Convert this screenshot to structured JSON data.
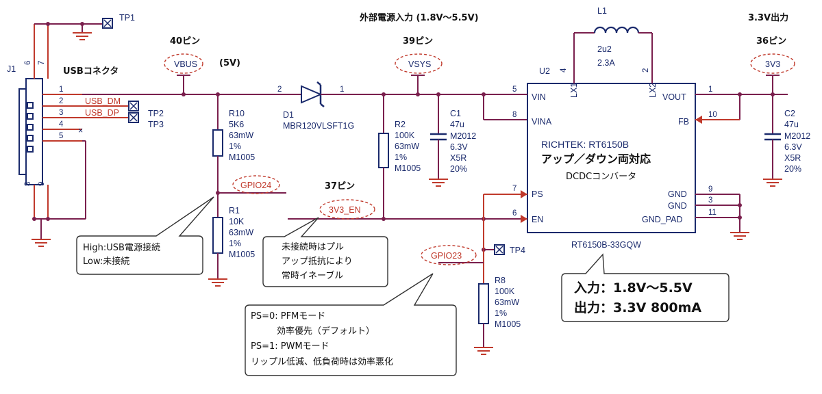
{
  "headers": {
    "vin_title": "外部電源入力 (1.8V～5.5V)",
    "vout_title": "3.3V出力",
    "pin40": "40ピン",
    "pin39": "39ピン",
    "pin36": "36ピン",
    "pin37": "37ピン",
    "usb_title": "USBコネクタ",
    "v5": "(5V)"
  },
  "nets": {
    "vbus": "VBUS",
    "vsys": "VSYS",
    "v3v3": "3V3",
    "v3v3_en": "3V3_EN",
    "gpio24": "GPIO24",
    "gpio23": "GPIO23",
    "usb_dm": "USB_DM",
    "usb_dp": "USB_DP"
  },
  "testpoints": {
    "tp1": "TP1",
    "tp2": "TP2",
    "tp3": "TP3",
    "tp4": "TP4"
  },
  "connector": {
    "ref": "J1",
    "pins": [
      "1",
      "2",
      "3",
      "4",
      "5",
      "6",
      "7",
      "8",
      "9"
    ]
  },
  "inductor": {
    "ref": "L1",
    "value": "2u2",
    "current": "2.3A",
    "pin_a": "4",
    "pin_b": "2"
  },
  "diode": {
    "ref": "D1",
    "part": "MBR120VLSFT1G",
    "pin_a": "2",
    "pin_k": "1"
  },
  "resistors": {
    "r10": [
      "R10",
      "5K6",
      "63mW",
      "1%",
      "M1005"
    ],
    "r1": [
      "R1",
      "10K",
      "63mW",
      "1%",
      "M1005"
    ],
    "r2": [
      "R2",
      "100K",
      "63mW",
      "1%",
      "M1005"
    ],
    "r8": [
      "R8",
      "100K",
      "63mW",
      "1%",
      "M1005"
    ]
  },
  "capacitors": {
    "c1": [
      "C1",
      "47u",
      "M2012",
      "6.3V",
      "X5R",
      "20%"
    ],
    "c2": [
      "C2",
      "47u",
      "M2012",
      "6.3V",
      "X5R",
      "20%"
    ]
  },
  "ic": {
    "ref": "U2",
    "vendor": "RICHTEK: RT6150B",
    "feature": "アップ／ダウン両対応",
    "type": "DCDCコンバータ",
    "part": "RT6150B-33GQW",
    "pins": {
      "vin": "VIN",
      "vina": "VINA",
      "ps": "PS",
      "en": "EN",
      "lx1": "LX1",
      "lx2": "LX2",
      "vout": "VOUT",
      "fb": "FB",
      "gnd": "GND",
      "gnd_pad": "GND_PAD"
    },
    "pin_nums": {
      "vin": "5",
      "vina": "8",
      "ps": "7",
      "en": "6",
      "vout": "1",
      "fb": "10",
      "gnd1": "9",
      "gnd2": "3",
      "gnd_pad": "11"
    }
  },
  "callouts": {
    "usb": [
      "High:USB電源接続",
      "Low:未接続"
    ],
    "en": [
      "未接続時はプル",
      "アップ抵抗により",
      "常時イネーブル"
    ],
    "ps": [
      "PS=0: PFMモード",
      "効率優先（デフォルト）",
      "PS=1: PWMモード",
      "リップル低減、低負荷時は効率悪化"
    ],
    "spec": [
      "入力：1.8V～5.5V",
      "出力：3.3V 800mA"
    ]
  }
}
